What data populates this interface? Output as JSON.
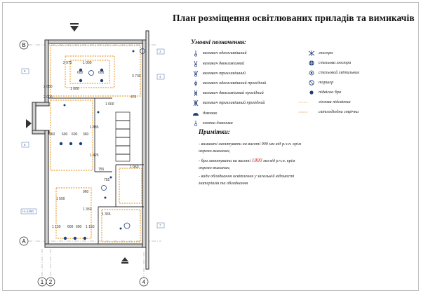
{
  "title": "План розміщення освітлюваних приладів та вимикачів",
  "legend": {
    "title": "Умовні позначення:",
    "left_items": [
      {
        "label": "вимикач одноклавішний",
        "icon": "switch-1-icon"
      },
      {
        "label": "вимикач двоклавішний",
        "icon": "switch-2-icon"
      },
      {
        "label": "вимикач триклавішний",
        "icon": "switch-3-icon"
      },
      {
        "label": "вимикач одноклавішний  прохідний",
        "icon": "pass-switch-1-icon"
      },
      {
        "label": "вимикач двоклавішний прохідний",
        "icon": "pass-switch-2-icon"
      },
      {
        "label": "вимикач триклавішний прохідний",
        "icon": "pass-switch-3-icon"
      },
      {
        "label": "дзвоник",
        "icon": "bell-icon"
      },
      {
        "label": "кнопка дзвоника",
        "icon": "bell-button-icon"
      }
    ],
    "right_items": [
      {
        "label": "люстра",
        "icon": "chandelier-icon"
      },
      {
        "label": "стельова люстра",
        "icon": "ceiling-chandelier-icon"
      },
      {
        "label": "стельовий світильник",
        "icon": "ceiling-light-icon"
      },
      {
        "label": "торшер",
        "icon": "floor-lamp-icon"
      },
      {
        "label": "підвісна бра",
        "icon": "pendant-sconce-icon"
      },
      {
        "label": "лінзова підсвітка",
        "icon": "lens-lighting-icon"
      },
      {
        "label": "світлодіодна стрічка",
        "icon": "led-strip-icon"
      }
    ]
  },
  "notes": {
    "title": "Примітки:",
    "note1": "- вимикачі змонтувати на висоті 900 мм від р.ч.п. крім окремо вказаних;",
    "note2_pre": "- бра змонтувати на висоті ",
    "note2_value": "1800",
    "note2_post": " мм від р.ч.п. крім окремо вказаних;",
    "note3": "- види обладнання освітлення у загальній відомості матеріалів та обладнання"
  },
  "plan": {
    "axes": {
      "row_top": "В",
      "row_bottom": "А",
      "col_1": "1",
      "col_2": "2",
      "col_4": "4"
    },
    "dims": {
      "d1": "2 975",
      "d2": "1 000",
      "d3": "600",
      "d4": "600",
      "d5": "3 730",
      "d6": "2 050",
      "d7": "1 000",
      "d8": "2 000",
      "d9": "360",
      "d10": "600",
      "d11": "600",
      "d12": "360",
      "d13": "1 885",
      "d14": "1 425",
      "d15": "755",
      "d16": "1 350",
      "d17": "1 150",
      "d18": "600",
      "d19": "600",
      "d20": "1 150",
      "d21": "1 365",
      "d22": "1 950",
      "d23": "470",
      "d24": "1 500",
      "d25": "960",
      "d26": "1 000",
      "d27": "755"
    },
    "tags": {
      "t1": "3",
      "t2": "5",
      "t3": "4",
      "t4": "6",
      "t5": "H=1450",
      "t6": "7"
    },
    "colors": {
      "wall": "#2b2b2b",
      "led_strip": "#e8a33c",
      "lamp": "#1f3f7a",
      "tag": "#4a6fa5"
    }
  }
}
